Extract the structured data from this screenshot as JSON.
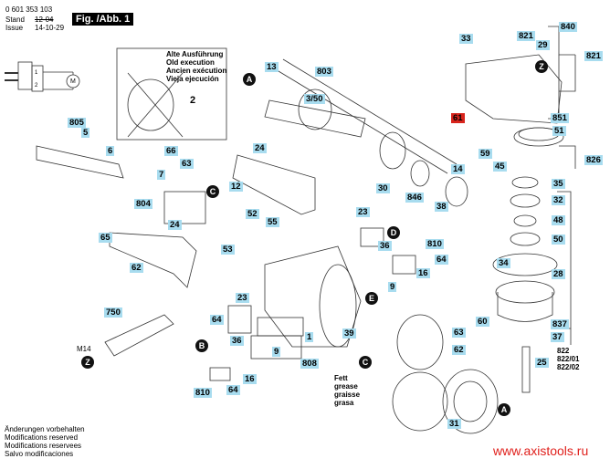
{
  "header": {
    "part_number": "0 601 353 103",
    "stand_label": "Stand",
    "issue_label": "Issue",
    "stand_value": "12-04",
    "issue_value": "14-10-29",
    "figure": "Fig. /Abb. 1"
  },
  "inset": {
    "lines": [
      "Alte Ausführung",
      "Old execution",
      "Ancien exécution",
      "Vieja ejecución"
    ],
    "callout": "2"
  },
  "wiring": {
    "motor": "M",
    "t1": "1",
    "t2": "2"
  },
  "labels": [
    {
      "t": "13"
    },
    {
      "t": "803"
    },
    {
      "t": "33"
    },
    {
      "t": "840"
    },
    {
      "t": "821"
    },
    {
      "t": "29"
    },
    {
      "t": "821"
    },
    {
      "t": "61",
      "red": true
    },
    {
      "t": "851"
    },
    {
      "t": "51"
    },
    {
      "t": "59"
    },
    {
      "t": "45"
    },
    {
      "t": "826"
    },
    {
      "t": "3/50"
    },
    {
      "t": "14"
    },
    {
      "t": "805"
    },
    {
      "t": "5"
    },
    {
      "t": "6"
    },
    {
      "t": "66"
    },
    {
      "t": "63"
    },
    {
      "t": "7"
    },
    {
      "t": "24"
    },
    {
      "t": "30"
    },
    {
      "t": "846"
    },
    {
      "t": "38"
    },
    {
      "t": "35"
    },
    {
      "t": "32"
    },
    {
      "t": "48"
    },
    {
      "t": "50"
    },
    {
      "t": "28"
    },
    {
      "t": "34"
    },
    {
      "t": "12"
    },
    {
      "t": "804"
    },
    {
      "t": "52"
    },
    {
      "t": "55"
    },
    {
      "t": "53"
    },
    {
      "t": "24"
    },
    {
      "t": "65"
    },
    {
      "t": "62"
    },
    {
      "t": "23"
    },
    {
      "t": "36"
    },
    {
      "t": "810"
    },
    {
      "t": "64"
    },
    {
      "t": "16"
    },
    {
      "t": "9"
    },
    {
      "t": "750"
    },
    {
      "t": "23"
    },
    {
      "t": "64"
    },
    {
      "t": "1"
    },
    {
      "t": "9"
    },
    {
      "t": "39"
    },
    {
      "t": "60"
    },
    {
      "t": "837"
    },
    {
      "t": "37"
    },
    {
      "t": "25"
    },
    {
      "t": "63"
    },
    {
      "t": "62"
    },
    {
      "t": "36"
    },
    {
      "t": "16"
    },
    {
      "t": "808"
    },
    {
      "t": "810"
    },
    {
      "t": "64"
    },
    {
      "t": "31"
    }
  ],
  "plain_labels": [
    "822",
    "822/01",
    "822/02"
  ],
  "circles": [
    "A",
    "Z",
    "C",
    "D",
    "E",
    "B",
    "C",
    "A",
    "Z"
  ],
  "grease": [
    "Fett",
    "grease",
    "graisse",
    "grasa"
  ],
  "thread": "M14",
  "footer": [
    "Änderungen vorbehalten",
    "Modifications reserved",
    "Modifications reservees",
    "Salvo modificaciones"
  ],
  "watermark": "www.axistools.ru",
  "colors": {
    "label_bg": "#a8dcef",
    "highlight": "#d8241c",
    "watermark": "#e0201c"
  }
}
